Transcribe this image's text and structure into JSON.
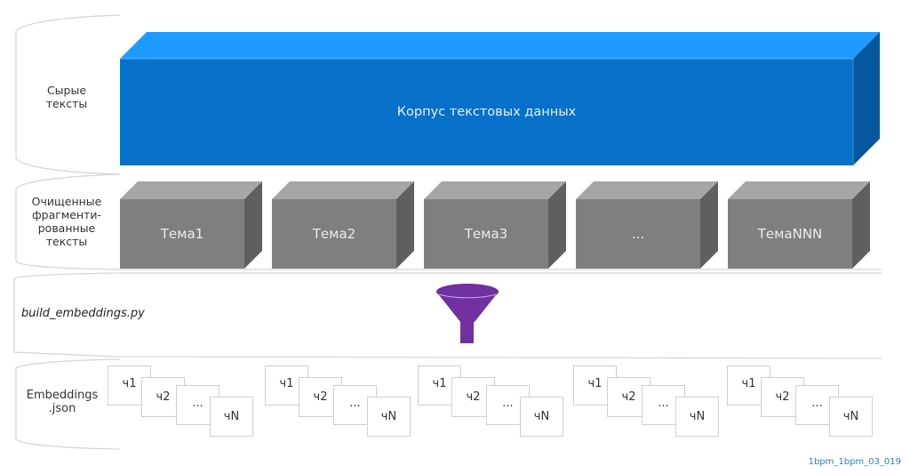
{
  "rows": {
    "raw": {
      "label_line1": "Сырые",
      "label_line2": "тексты"
    },
    "clean": {
      "label_line1": "Очищенные",
      "label_line2": "фрагменти-",
      "label_line3": "рованные",
      "label_line4": "тексты"
    },
    "script": {
      "label": "build_embeddings.py"
    },
    "embeddings": {
      "label_line1": "Embeddings",
      "label_line2": ".json"
    }
  },
  "corpus": {
    "label": "Корпус текстовых данных"
  },
  "topics": [
    {
      "label": "Тема1"
    },
    {
      "label": "Тема2"
    },
    {
      "label": "Тема3"
    },
    {
      "label": "..."
    },
    {
      "label": "ТемаNNN"
    }
  ],
  "chunks": [
    "ч1",
    "ч2",
    "...",
    "чN"
  ],
  "funnel_icon": "funnel-icon",
  "colors": {
    "corpus_front": "#0770c9",
    "corpus_top": "#1f9bff",
    "corpus_side": "#05579e",
    "topic_front": "#7f7f7f",
    "topic_top": "#a6a6a6",
    "topic_side": "#5f5f5f",
    "funnel": "#7030a0",
    "footer_text": "#2a7fd4"
  },
  "footer": {
    "id": "1bpm_1bpm_03_019"
  }
}
